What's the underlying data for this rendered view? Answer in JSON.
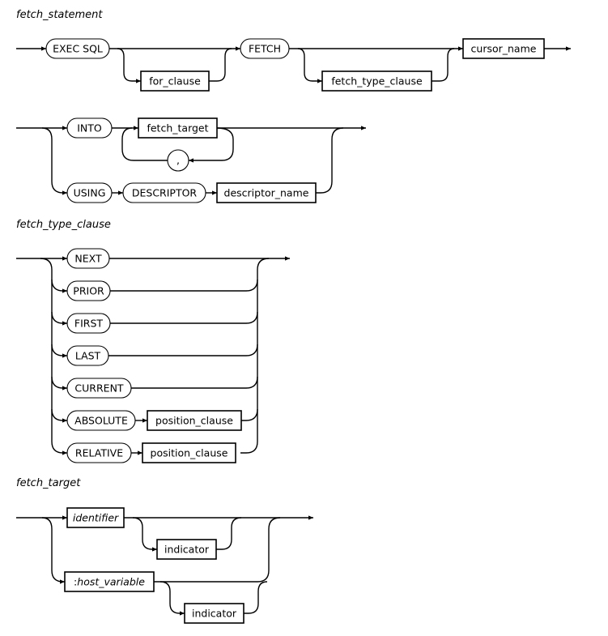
{
  "headings": {
    "fetch_statement": "fetch_statement",
    "fetch_type_clause": "fetch_type_clause",
    "fetch_target": "fetch_target"
  },
  "fetch_statement": {
    "exec_sql": "EXEC SQL",
    "for_clause": "for_clause",
    "fetch": "FETCH",
    "fetch_type_clause": "fetch_type_clause",
    "cursor_name": "cursor_name",
    "into": "INTO",
    "fetch_target": "fetch_target",
    "comma": ",",
    "using": "USING",
    "descriptor": "DESCRIPTOR",
    "descriptor_name": "descriptor_name"
  },
  "fetch_type_clause": {
    "next": "NEXT",
    "prior": "PRIOR",
    "first": "FIRST",
    "last": "LAST",
    "current": "CURRENT",
    "absolute": "ABSOLUTE",
    "absolute_position": "position_clause",
    "relative": "RELATIVE",
    "relative_position": "position_clause"
  },
  "fetch_target": {
    "identifier": "identifier",
    "indicator_1": "indicator",
    "host_variable_prefix": ":",
    "host_variable": "host_variable",
    "indicator_2": "indicator"
  }
}
